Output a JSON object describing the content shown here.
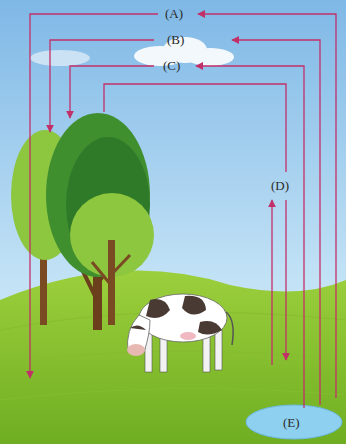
{
  "diagram": {
    "labels": [
      "(A)",
      "(B)",
      "(C)",
      "(D)",
      "(E)"
    ]
  }
}
